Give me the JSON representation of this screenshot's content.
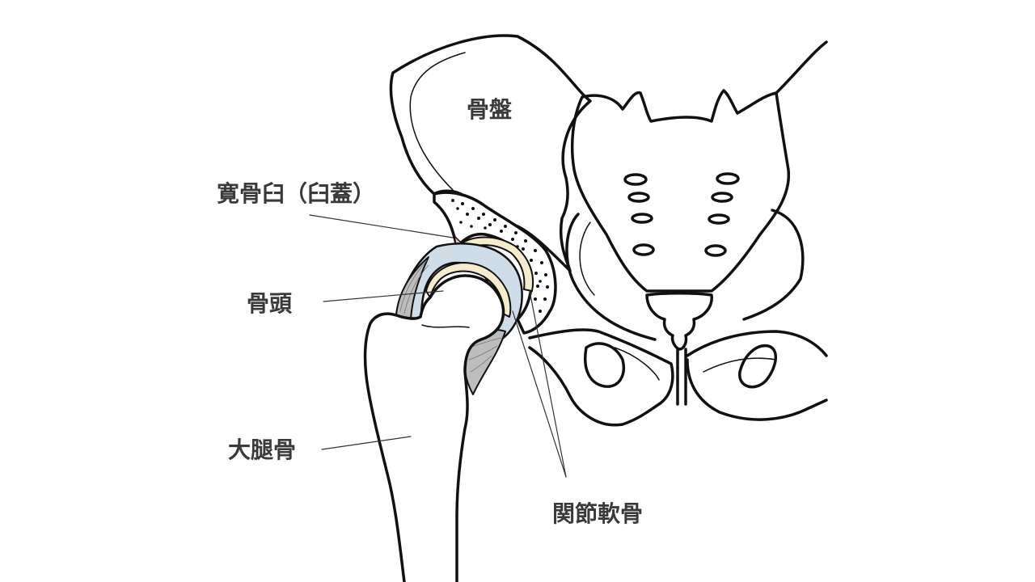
{
  "labels": {
    "pelvis": "骨盤",
    "acetabulum": "寛骨臼（臼蓋）",
    "femoral_head": "骨頭",
    "femur": "大腿骨",
    "articular_cartilage": "関節軟骨"
  },
  "colors": {
    "outline": "#111111",
    "label_text": "#3a3a3a",
    "joint_fluid": "#cfdde8",
    "cartilage": "#f4eccb",
    "capsule": "#bdbdbd",
    "labrum": "#f2b9b0"
  }
}
